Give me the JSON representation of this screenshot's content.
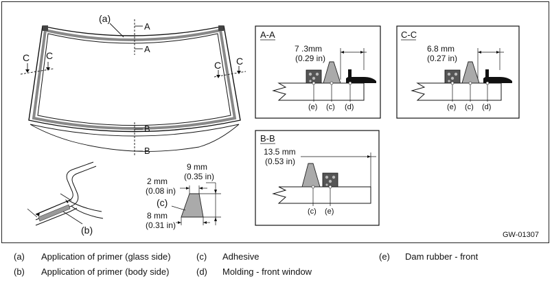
{
  "figure_id": "GW-01307",
  "callouts": {
    "a": "(a)",
    "b": "(b)",
    "c": "(c)"
  },
  "section_marks": {
    "A": "A",
    "B": "B",
    "C": "C"
  },
  "sections": {
    "aa": {
      "title": "A-A",
      "dim_mm": "7 .3mm",
      "dim_in": "(0.29 in)",
      "labels": [
        "(e)",
        "(c)",
        "(d)"
      ]
    },
    "cc": {
      "title": "C-C",
      "dim_mm": "6.8 mm",
      "dim_in": "(0.27 in)",
      "labels": [
        "(e)",
        "(c)",
        "(d)"
      ]
    },
    "bb": {
      "title": "B-B",
      "dim_mm": "13.5 mm",
      "dim_in": "(0.53 in)",
      "labels": [
        "(c)",
        "(e)"
      ]
    }
  },
  "bead": {
    "top_mm": "2 mm",
    "top_in": "(0.08 in)",
    "height_mm": "9 mm",
    "height_in": "(0.35 in)",
    "base_mm": "8 mm",
    "base_in": "(0.31 in)",
    "label": "(c)"
  },
  "legend": [
    {
      "key": "(a)",
      "text": "Application of primer (glass side)"
    },
    {
      "key": "(b)",
      "text": "Application of primer (body side)"
    },
    {
      "key": "(c)",
      "text": "Adhesive"
    },
    {
      "key": "(d)",
      "text": "Molding - front window"
    },
    {
      "key": "(e)",
      "text": "Dam rubber - front"
    }
  ]
}
